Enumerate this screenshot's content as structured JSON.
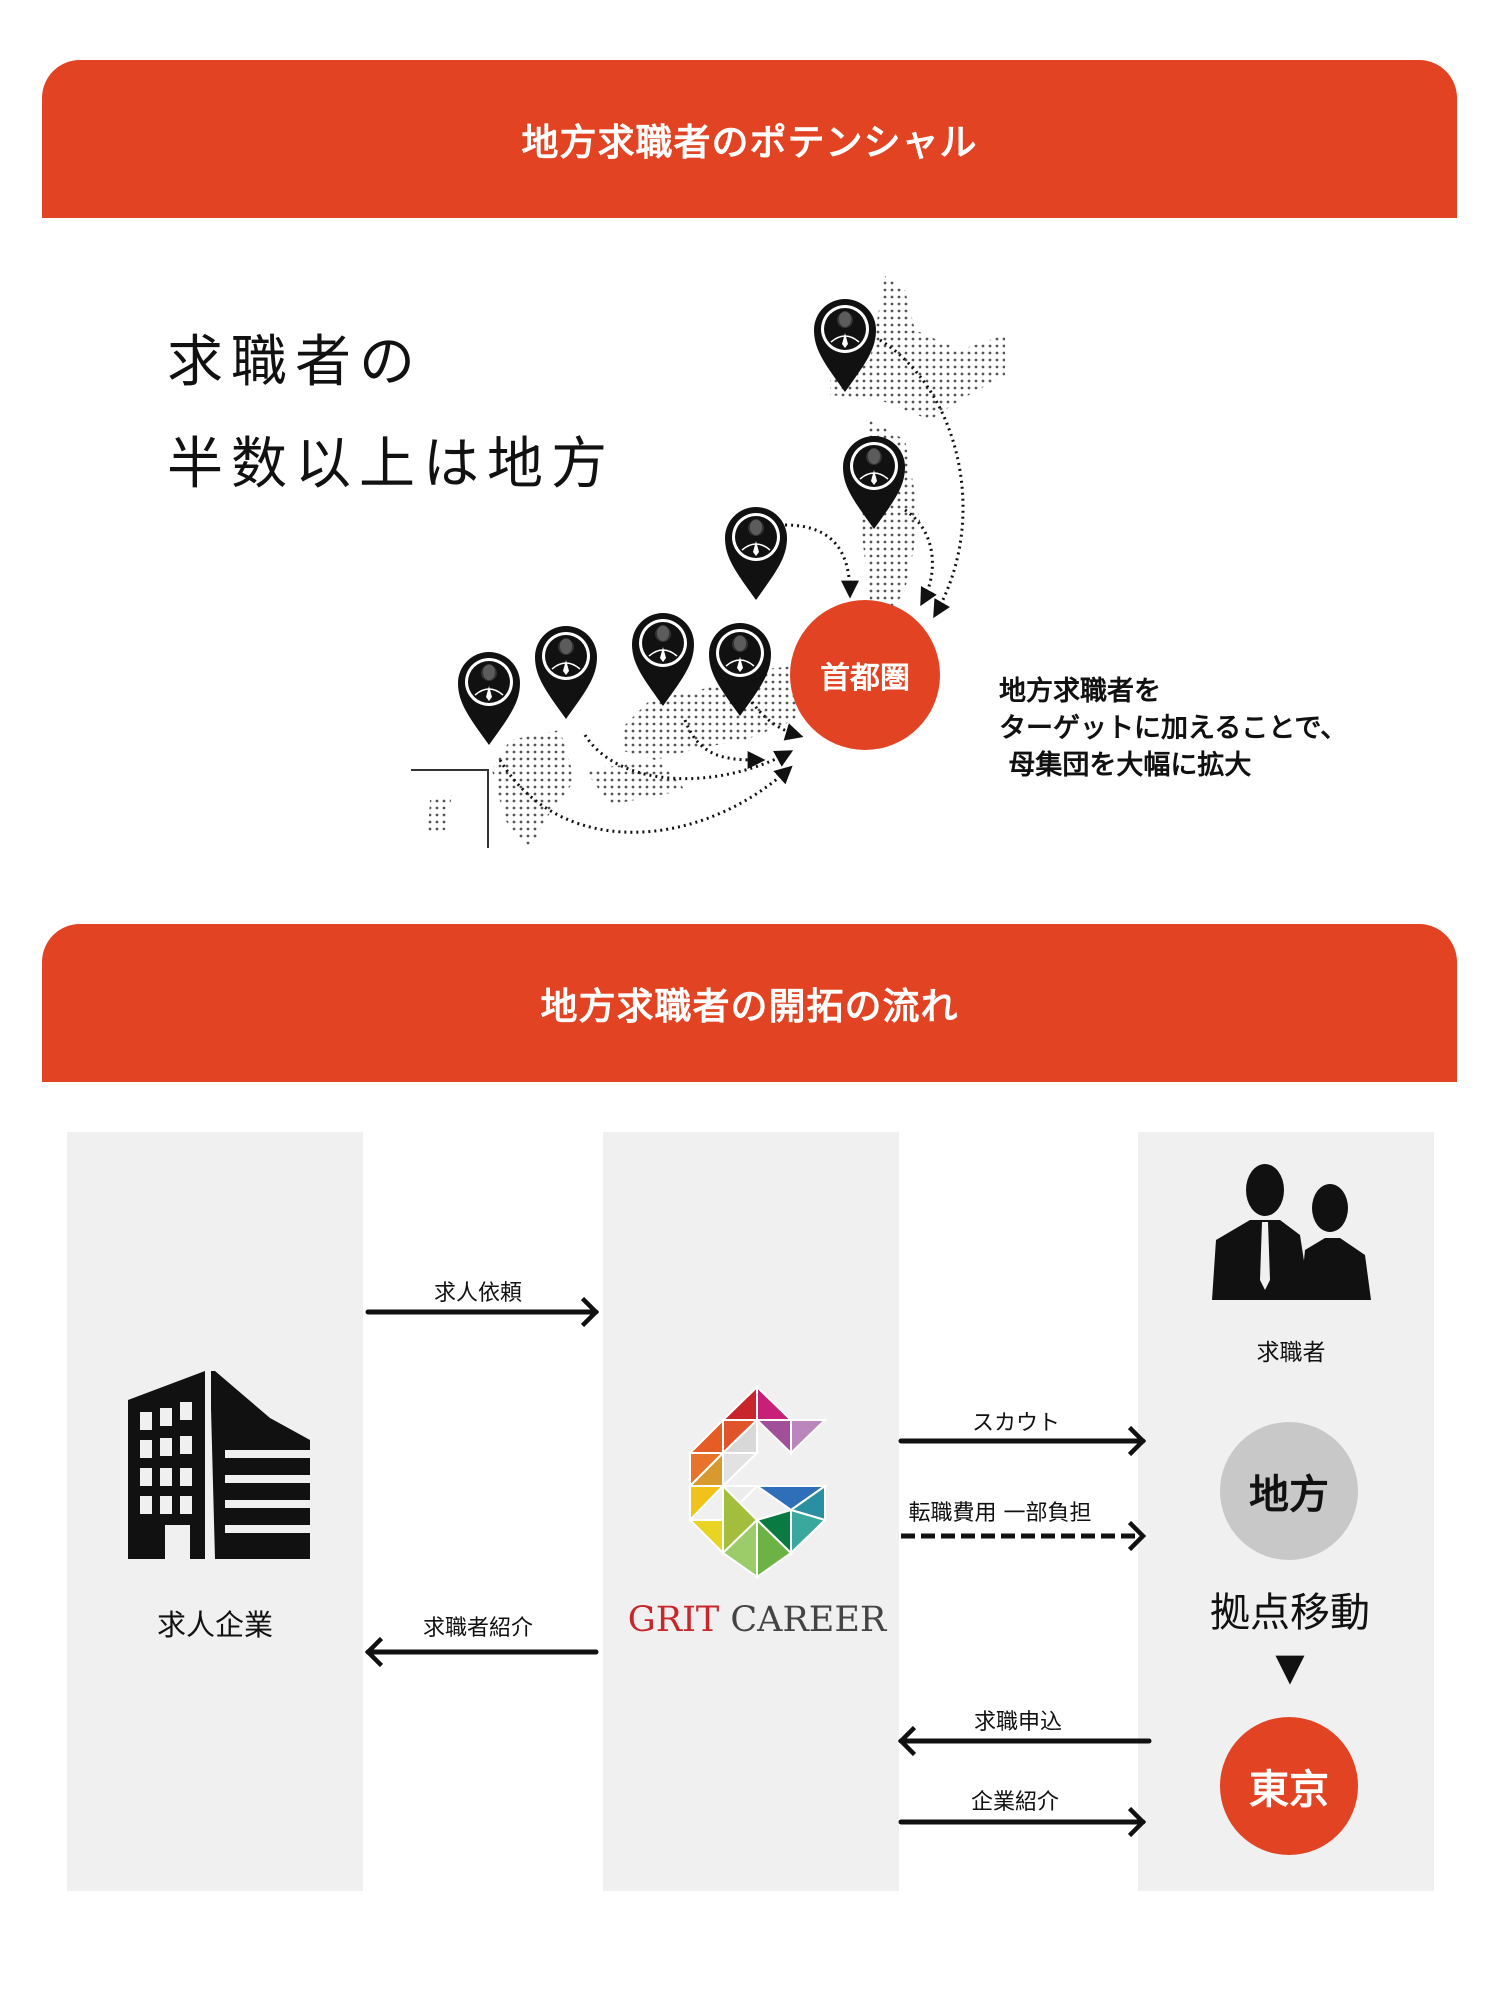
{
  "section1": {
    "header": "地方求職者のポテンシャル",
    "headline_line1": "求職者の",
    "headline_line2": "半数以上は地方",
    "hub": "首都圏",
    "note_lines": [
      "地方求職者を",
      "ターゲットに加えることで、",
      " 母集団を大幅に拡大"
    ]
  },
  "section2": {
    "header": "地方求職者の開拓の流れ",
    "company": "求人企業",
    "logo_text_red": "GRIT",
    "logo_text_gray": "CAREER",
    "seeker": "求職者",
    "region": "地方",
    "relocate": "拠点移動",
    "down_arrow": "▼",
    "tokyo": "東京",
    "arrows": {
      "job_request": "求人依頼",
      "candidate_intro": "求職者紹介",
      "scout": "スカウト",
      "cost_support": "転職費用 一部負担",
      "application": "求職申込",
      "company_intro": "企業紹介"
    }
  },
  "colors": {
    "accent": "#e24322",
    "panel": "#f0f0f0",
    "region_circle": "#c8c8c8"
  }
}
